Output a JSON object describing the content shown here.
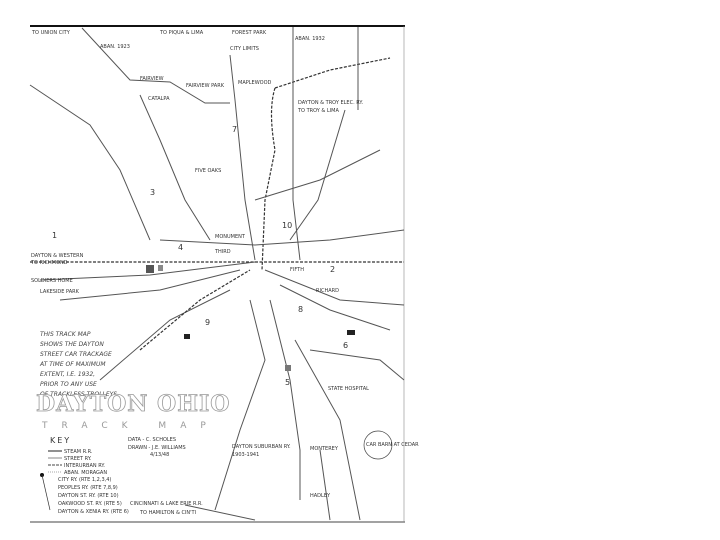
{
  "map": {
    "title": "DAYTON OHIO",
    "subtitle": "TRACK MAP",
    "note": [
      "THIS TRACK MAP",
      "SHOWS THE DAYTON",
      "STREET CAR TRACKAGE",
      "AT TIME OF MAXIMUM",
      "EXTENT, I.E. 1932,",
      "PRIOR TO ANY USE",
      "OF TRACKLESS TROLLEYS."
    ],
    "credits": [
      "DATA - C. SCHOLES",
      "DRAWN - J.E. WILLIAMS",
      "4/13/48"
    ],
    "key_title": "KEY",
    "key_items": [
      "STEAM R.R.",
      "STREET RY.",
      "INTERURBAN RY.",
      "ABAN. MORAGAN",
      "CITY RY. (RTE 1,2,3,4)",
      "PEOPLES RY. (RTE 7,8,9)",
      "DAYTON ST. RY. (RTE 10)",
      "OAKWOOD ST. RY. (RTE 5)",
      "DAYTON & XENIA RY. (RTE 6)"
    ],
    "labels": {
      "union_city": "TO UNION CITY",
      "piqua": "TO PIQUA & LIMA",
      "forest_park": "FOREST PARK",
      "city_limits": "CITY LIMITS",
      "fairview": "FAIRVIEW",
      "fairview_park": "FAIRVIEW PARK",
      "catalpa": "CATALPA",
      "maplewood": "MAPLEWOOD",
      "dayton_troy": "DAYTON & TROY ELEC. RY.",
      "troy_lima": "TO TROY & LIMA",
      "five_oaks": "FIVE OAKS",
      "dayton_western": "DAYTON & WESTERN",
      "richmond": "TO RICHMOND",
      "soldiers_home": "SOLDIERS HOME",
      "lakeside_park": "LAKESIDE PARK",
      "fifth": "FIFTH",
      "third": "THIRD",
      "monument": "MONUMENT",
      "richard": "RICHARD",
      "state_hospital": "STATE HOSPITAL",
      "dayton_suburban": "DAYTON SUBURBAN RY.",
      "dayton_suburban_years": "1903-1941",
      "cincinnati": "CINCINNATI & LAKE ERIE R.R.",
      "hamilton": "TO HAMILTON & CIN'TI",
      "car_barn": "CAR BARN AT CEDAR",
      "hadley": "HADLEY",
      "monterey": "MONTEREY",
      "aban_1932": "ABAN. 1932",
      "aban_1923": "ABAN. 1923"
    },
    "route_numbers": [
      "1",
      "2",
      "3",
      "4",
      "5",
      "6",
      "7",
      "8",
      "9",
      "10"
    ]
  }
}
